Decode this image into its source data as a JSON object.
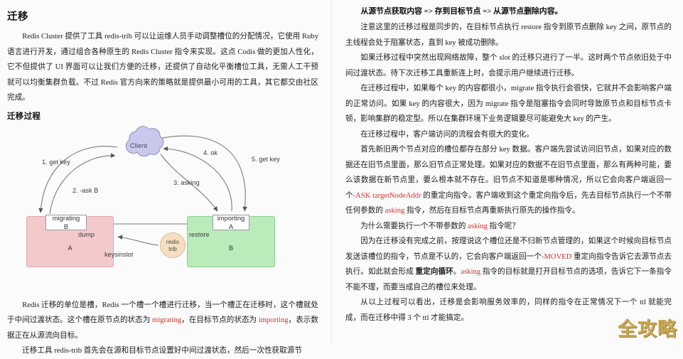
{
  "left": {
    "title": "迁移",
    "intro": "Redis Cluster 提供了工具 redis-trib 可以让运维人员手动调整槽位的分配情况，它使用 Ruby 语言进行开发，通过组合各种原生的 Redis Cluster 指令来实现。这点 Codis 做的更加人性化，它不但提供了 UI 界面可以让我们方便的迁移，还提供了自动化平衡槽位工具，无需人工干预就可以均衡集群负载。不过 Redis 官方向来的策略就是提供最小可用的工具，其它都交由社区完成。",
    "subtitle": "迁移过程",
    "after_diagram_1_a": "Redis 迁移的单位是槽，Redis 一个槽一个槽进行迁移，当一个槽正在迁移时，这个槽就处于中间过渡状态。这个槽在原节点的状态为 ",
    "after_diagram_1_red1": "migrating",
    "after_diagram_1_b": "，在目标节点的状态为 ",
    "after_diagram_1_red2": "importing",
    "after_diagram_1_c": "，表示数据正在从源流向目标。",
    "after_diagram_2": "迁移工具 redis-trib 首先会在源和目标节点设置好中间过渡状态，然后一次性获取源节"
  },
  "diagram": {
    "client_label": "Client",
    "node_a_label": "A",
    "node_b_label": "B",
    "migrating_line1": "migrating",
    "migrating_line2": "B",
    "importing_line1": "importing",
    "importing_line2": "A",
    "trib_line1": "redis",
    "trib_line2": "trib",
    "edge_1": "1. get key",
    "edge_2": "2. -ask B",
    "edge_3": "3. asking",
    "edge_4": "4. ok",
    "edge_5": "5. get key",
    "edge_dump": "dump",
    "edge_restore": "restore",
    "edge_keysinslot": "keysinslot",
    "colors": {
      "node_a_fill": "#f4c9cc",
      "node_b_fill": "#b9ecba",
      "client_fill": "#c9c9ee",
      "trib_fill": "#f6dfc0",
      "stroke": "#6f6f6f"
    }
  },
  "right": {
    "heading": "从源节点获取内容 => 存到目标节点 => 从源节点删除内容。",
    "p1": "注意这里的迁移过程是同步的，在目标节点执行 restore 指令到原节点删除 key 之间，原节点的主线程会处于阻塞状态，直到 key 被成功删除。",
    "p2": "如果迁移过程中突然出现网络故障，整个 slot 的迁移只进行了一半。这时两个节点依旧处于中间过渡状态。待下次迁移工具重新连上时，会提示用户继续进行迁移。",
    "p3": "在迁移过程中，如果每个 key 的内容都很小，migrate 指令执行会很快，它就并不会影响客户端的正常访问。如果 key 的内容很大，因为 migrate 指令是阻塞指令会同时导致原节点和目标节点卡顿，影响集群的稳定型。所以在集群环境下业务逻辑要尽可能避免大 key 的产生。",
    "p4": "在迁移过程中，客户端访问的流程会有很大的变化。",
    "p5_a": "首先新旧两个节点对应的槽位都存在部分 key 数据。客户端先尝试访问旧节点，如果对应的数据还在旧节点里面，那么旧节点正常处理。如果对应的数据不在旧节点里面，那么有两种可能，要么该数据在新节点里，要么根本就不存在。旧节点不知道是哪种情况，所以它会向客户端返回一个",
    "p5_red1": "-ASK targetNodeAddr",
    "p5_b": " 的重定向指令。客户端收到这个重定向指令后，先去目标节点执行一个不带任何参数的 ",
    "p5_red2": "asking",
    "p5_c": " 指令，然后在目标节点再重新执行原先的操作指令。",
    "p6_a": "为什么需要执行一个不带参数的 ",
    "p6_red": "asking",
    "p6_b": " 指令呢？",
    "p7_a": "因为在迁移没有完成之前，按理说这个槽位还是不归新节点管理的，如果这个时候向目标节点发送该槽位的指令，节点是不认的，它会向客户端返回一个",
    "p7_red1": "-MOVED",
    "p7_b": " 重定向指令告诉它去源节点去执行。如此就会形成 ",
    "p7_bold": "重定向循环",
    "p7_c": "。",
    "p7_red2": "asking",
    "p7_d": " 指令的目标就是打开目标节点的选项，告诉它下一条指令不能不理，而要当成自己的槽位来处理。",
    "p8": "从以上过程可以看出，迁移是会影响服务效率的，同样的指令在正常情况下一个 ttl 就能完成，而在迁移中得 3 个 ttl 才能搞定。"
  },
  "watermark": {
    "text": "全攻略",
    "color": "#c9a349"
  }
}
